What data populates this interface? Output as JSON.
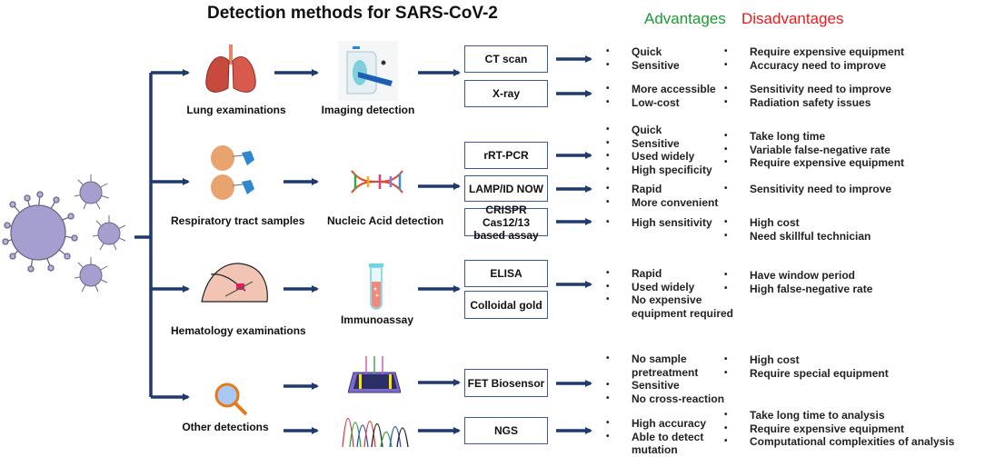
{
  "title": "Detection methods for SARS-CoV-2",
  "headers": {
    "advantages": "Advantages",
    "disadvantages": "Disadvantages"
  },
  "colors": {
    "arrow": "#1f3a6e",
    "advantages": "#1a9b35",
    "disadvantages": "#f01818",
    "box_border": "#3a5a9a"
  },
  "icons": {
    "source": "virus-icon",
    "sample": [
      "lungs-icon",
      "nasal-swab-icon",
      "blood-draw-icon",
      "magnifier-icon"
    ],
    "technique": [
      "ct-scanner-icon",
      "dna-icon",
      "test-tube-icon",
      "fet-chip-icon",
      "sequencing-chromatogram-icon"
    ]
  },
  "categories": [
    {
      "sample": "Lung examinations",
      "technique": "Imaging detection"
    },
    {
      "sample": "Respiratory tract samples",
      "technique": "Nucleic Acid detection"
    },
    {
      "sample": "Hematology examinations",
      "technique": "Immunoassay"
    },
    {
      "sample": "Other detections",
      "technique": ""
    }
  ],
  "methods": [
    {
      "name": "CT scan",
      "advantages": [
        "Quick",
        "Sensitive"
      ],
      "disadvantages": [
        "Require expensive equipment",
        "Accuracy need to improve"
      ]
    },
    {
      "name": "X-ray",
      "advantages": [
        "More accessible",
        "Low-cost"
      ],
      "disadvantages": [
        "Sensitivity need to improve",
        "Radiation safety issues"
      ]
    },
    {
      "name": "rRT-PCR",
      "advantages": [
        "Quick",
        "Sensitive",
        "Used widely",
        "High specificity"
      ],
      "disadvantages": [
        "Take long time",
        "Variable false-negative rate",
        "Require expensive equipment"
      ]
    },
    {
      "name": "LAMP/ID NOW",
      "advantages": [
        "Rapid",
        "More convenient"
      ],
      "disadvantages": [
        "Sensitivity need to improve"
      ]
    },
    {
      "name_line1": "CRISPR Cas12/13",
      "name_line2": "based assay",
      "advantages": [
        "High sensitivity"
      ],
      "disadvantages": [
        "High cost",
        "Need skillful technician"
      ]
    },
    {
      "name": "ELISA",
      "advantages": [
        "Rapid",
        "Used widely",
        "No expensive",
        "equipment required"
      ],
      "disadvantages": [
        "Have window period",
        "High false-negative rate"
      ]
    },
    {
      "name": "Colloidal gold"
    },
    {
      "name": "FET Biosensor",
      "advantages": [
        "No sample",
        "pretreatment",
        "Sensitive",
        "No cross-reaction"
      ],
      "disadvantages": [
        "High cost",
        "Require special equipment"
      ]
    },
    {
      "name": "NGS",
      "advantages": [
        "High accuracy",
        "Able to detect",
        "mutation"
      ],
      "disadvantages": [
        "Take long time to analysis",
        "Require expensive equipment",
        "Computational complexities of analysis"
      ]
    }
  ]
}
